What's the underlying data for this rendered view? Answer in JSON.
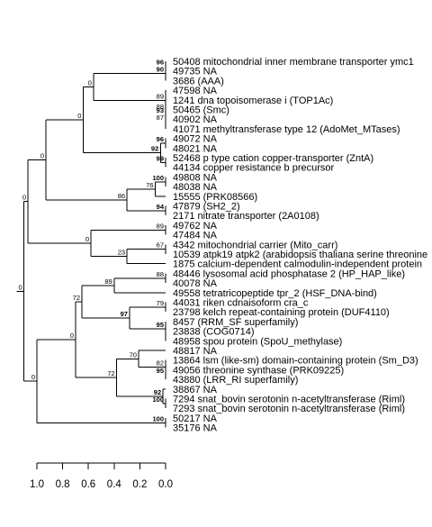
{
  "tree": {
    "leaves": [
      {
        "id": "L1",
        "label": "50408 mitochondrial inner membrane transporter ymc1"
      },
      {
        "id": "L2",
        "label": "49735 NA"
      },
      {
        "id": "L3",
        "label": "3686 (AAA)"
      },
      {
        "id": "L4",
        "label": "47598 NA"
      },
      {
        "id": "L5",
        "label": "1241 dna topoisomerase i (TOP1Ac)"
      },
      {
        "id": "L6",
        "label": "50465 (Smc)"
      },
      {
        "id": "L7",
        "label": "40902 NA"
      },
      {
        "id": "L8",
        "label": "41071 methyltransferase type 12 (AdoMet_MTases)"
      },
      {
        "id": "L9",
        "label": "49072 NA"
      },
      {
        "id": "L10",
        "label": "48021 NA"
      },
      {
        "id": "L11",
        "label": "52468 p type cation copper-transporter (ZntA)"
      },
      {
        "id": "L12",
        "label": "44134 copper resistance b precursor"
      },
      {
        "id": "L13",
        "label": "49808 NA"
      },
      {
        "id": "L14",
        "label": "48038 NA"
      },
      {
        "id": "L15",
        "label": "15555 (PRK08566)"
      },
      {
        "id": "L16",
        "label": "47879 (SH2_2)"
      },
      {
        "id": "L17",
        "label": "2171 nitrate transporter (2A0108)"
      },
      {
        "id": "L18",
        "label": "49762 NA"
      },
      {
        "id": "L19",
        "label": "47484 NA"
      },
      {
        "id": "L20",
        "label": "4342 mitochondrial carrier (Mito_carr)"
      },
      {
        "id": "L21",
        "label": "10539 atpk19 atpk2 (arabidopsis thaliana serine threonine"
      },
      {
        "id": "L22",
        "label": "1875 calcium-dependent calmodulin-independent protein"
      },
      {
        "id": "L23",
        "label": "48446 lysosomal acid phosphatase 2 (HP_HAP_like)"
      },
      {
        "id": "L24",
        "label": "40078 NA"
      },
      {
        "id": "L25",
        "label": "49558 tetratricopeptide tpr_2 (HSF_DNA-bind)"
      },
      {
        "id": "L26",
        "label": "44031 riken cdnaisoform cra_c"
      },
      {
        "id": "L27",
        "label": "23798 kelch repeat-containing protein (DUF4110)"
      },
      {
        "id": "L28",
        "label": "8457 (RRM_SF superfamily)"
      },
      {
        "id": "L29",
        "label": "23838 (COG0714)"
      },
      {
        "id": "L30",
        "label": "48958 spou protein (SpoU_methylase)"
      },
      {
        "id": "L31",
        "label": "48817 NA"
      },
      {
        "id": "L32",
        "label": "13864 lsm (like-sm) domain-containing protein (Sm_D3)"
      },
      {
        "id": "L33",
        "label": "49056 threonine synthase (PRK09225)"
      },
      {
        "id": "L34",
        "label": "43880 (LRR_RI superfamily)"
      },
      {
        "id": "L35",
        "label": "38867 NA"
      },
      {
        "id": "L36",
        "label": "7294 snat_bovin serotonin n-acetyltransferase (Riml)"
      },
      {
        "id": "L37",
        "label": "7293 snat_bovin serotonin n-acetyltransferase (Riml)"
      },
      {
        "id": "L38",
        "label": "50217 NA"
      },
      {
        "id": "L39",
        "label": "35176 NA"
      }
    ],
    "nodes": [
      {
        "id": "n1",
        "children": [
          "L1",
          "L2"
        ],
        "support": "96",
        "bold": true,
        "height": 0.0
      },
      {
        "id": "n2",
        "children": [
          "n1",
          "L3"
        ],
        "support": "90",
        "bold": true,
        "height": 0.0
      },
      {
        "id": "n3",
        "children": [
          "L6",
          "L7"
        ],
        "support": "93",
        "bold": true,
        "height": 0.0
      },
      {
        "id": "n4",
        "children": [
          "n3",
          "L8"
        ],
        "support": "87",
        "bold": false,
        "height": 0.0
      },
      {
        "id": "n5",
        "children": [
          "L5",
          "n4"
        ],
        "support": "88",
        "bold": false,
        "height": 0.0
      },
      {
        "id": "n6",
        "children": [
          "L4",
          "n5"
        ],
        "support": "89",
        "bold": false,
        "height": 0.0
      },
      {
        "id": "n7",
        "children": [
          "n2",
          "n6"
        ],
        "support": "0",
        "bold": false,
        "height": 0.56
      },
      {
        "id": "n8",
        "children": [
          "L9",
          "L10"
        ],
        "support": "96",
        "bold": true,
        "height": 0.0
      },
      {
        "id": "n9",
        "children": [
          "L11",
          "L12"
        ],
        "support": "99",
        "bold": true,
        "height": 0.0
      },
      {
        "id": "n10",
        "children": [
          "n8",
          "n9"
        ],
        "support": "92",
        "bold": true,
        "height": 0.04
      },
      {
        "id": "n11",
        "children": [
          "n7",
          "n10"
        ],
        "support": "0",
        "bold": false,
        "height": 0.64
      },
      {
        "id": "n12",
        "children": [
          "L13",
          "L14"
        ],
        "support": "100",
        "bold": true,
        "height": 0.0
      },
      {
        "id": "n13",
        "children": [
          "n12",
          "L15"
        ],
        "support": "76",
        "bold": false,
        "height": 0.08
      },
      {
        "id": "n14",
        "children": [
          "L16",
          "L17"
        ],
        "support": "94",
        "bold": true,
        "height": 0.0
      },
      {
        "id": "n15",
        "children": [
          "n13",
          "n14"
        ],
        "support": "86",
        "bold": false,
        "height": 0.3
      },
      {
        "id": "n16",
        "children": [
          "n11",
          "n15"
        ],
        "support": "0",
        "bold": false,
        "height": 0.93
      },
      {
        "id": "n17",
        "children": [
          "L18",
          "L19"
        ],
        "support": "89",
        "bold": false,
        "height": 0.0
      },
      {
        "id": "n18",
        "children": [
          "L20",
          "L21"
        ],
        "support": "67",
        "bold": false,
        "height": 0.0
      },
      {
        "id": "n19",
        "children": [
          "n18",
          "L22"
        ],
        "support": "23",
        "bold": false,
        "height": 0.3
      },
      {
        "id": "n20",
        "children": [
          "n17",
          "n19"
        ],
        "support": "0",
        "bold": false,
        "height": 0.58
      },
      {
        "id": "n21",
        "children": [
          "n16",
          "n20"
        ],
        "support": "0",
        "bold": false,
        "height": 1.07
      },
      {
        "id": "n22",
        "children": [
          "L23",
          "L24"
        ],
        "support": "88",
        "bold": false,
        "height": 0.0
      },
      {
        "id": "n23",
        "children": [
          "n22",
          "L25"
        ],
        "support": "89",
        "bold": false,
        "height": 0.4
      },
      {
        "id": "n24",
        "children": [
          "L26",
          "L27"
        ],
        "support": "79",
        "bold": false,
        "height": 0.0
      },
      {
        "id": "n25",
        "children": [
          "L29",
          "L30"
        ],
        "support": "",
        "bold": false,
        "height": 0.0
      },
      {
        "id": "n26",
        "children": [
          "L28",
          "n25"
        ],
        "support": "95",
        "bold": true,
        "height": 0.0
      },
      {
        "id": "n27",
        "children": [
          "n24",
          "n26"
        ],
        "support": "97",
        "bold": true,
        "height": 0.28
      },
      {
        "id": "n28",
        "children": [
          "n23",
          "n27"
        ],
        "support": "72",
        "bold": false,
        "height": 0.65
      },
      {
        "id": "n29",
        "children": [
          "L33",
          "L34"
        ],
        "support": "95",
        "bold": true,
        "height": 0.0
      },
      {
        "id": "n30",
        "children": [
          "L32",
          "n29"
        ],
        "support": "82",
        "bold": false,
        "height": 0.0
      },
      {
        "id": "n31",
        "children": [
          "L31",
          "n30"
        ],
        "support": "70",
        "bold": false,
        "height": 0.21
      },
      {
        "id": "n32",
        "children": [
          "L36",
          "L37"
        ],
        "support": "100",
        "bold": true,
        "height": 0.0
      },
      {
        "id": "n33",
        "children": [
          "L35",
          "n32"
        ],
        "support": "92",
        "bold": true,
        "height": 0.02
      },
      {
        "id": "n34",
        "children": [
          "n31",
          "n33"
        ],
        "support": "72",
        "bold": false,
        "height": 0.38
      },
      {
        "id": "n35",
        "children": [
          "n28",
          "n34"
        ],
        "support": "0",
        "bold": false,
        "height": 0.7
      },
      {
        "id": "n36",
        "children": [
          "L38",
          "L39"
        ],
        "support": "100",
        "bold": true,
        "height": 0.0
      },
      {
        "id": "n37",
        "children": [
          "n35",
          "n36"
        ],
        "support": "0",
        "bold": false,
        "height": 1.0
      },
      {
        "id": "root",
        "children": [
          "n21",
          "n37"
        ],
        "support": "0",
        "bold": false,
        "height": 1.1
      }
    ]
  },
  "axis": {
    "ticks": [
      {
        "value": 1.0,
        "label": "1.0"
      },
      {
        "value": 0.8,
        "label": "0.8"
      },
      {
        "value": 0.6,
        "label": "0.6"
      },
      {
        "value": 0.4,
        "label": "0.4"
      },
      {
        "value": 0.2,
        "label": "0.2"
      },
      {
        "value": 0.0,
        "label": "0.0"
      }
    ]
  }
}
